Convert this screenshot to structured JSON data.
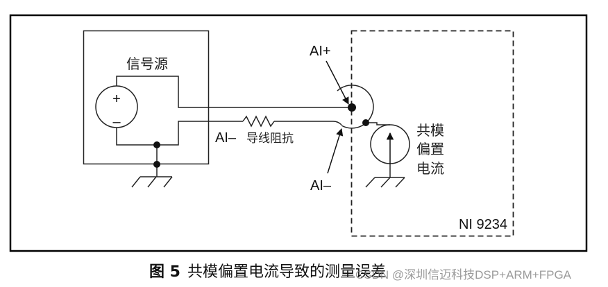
{
  "diagram": {
    "signal_source_label": "信号源",
    "voltage_plus": "+",
    "voltage_minus": "–",
    "ai_plus_label": "AI+",
    "ai_minus_label": "AI–",
    "ai_minus_lead_label": "AI–",
    "lead_impedance_label": "导线阻抗",
    "bias_current_label_lines": [
      "共模",
      "偏置",
      "电流"
    ],
    "device_label": "NI 9234"
  },
  "caption": {
    "figure_number": "图 5",
    "title": "共模偏置电流导致的测量误差"
  },
  "watermark": "CSDN @深圳信迈科技DSP+ARM+FPGA"
}
